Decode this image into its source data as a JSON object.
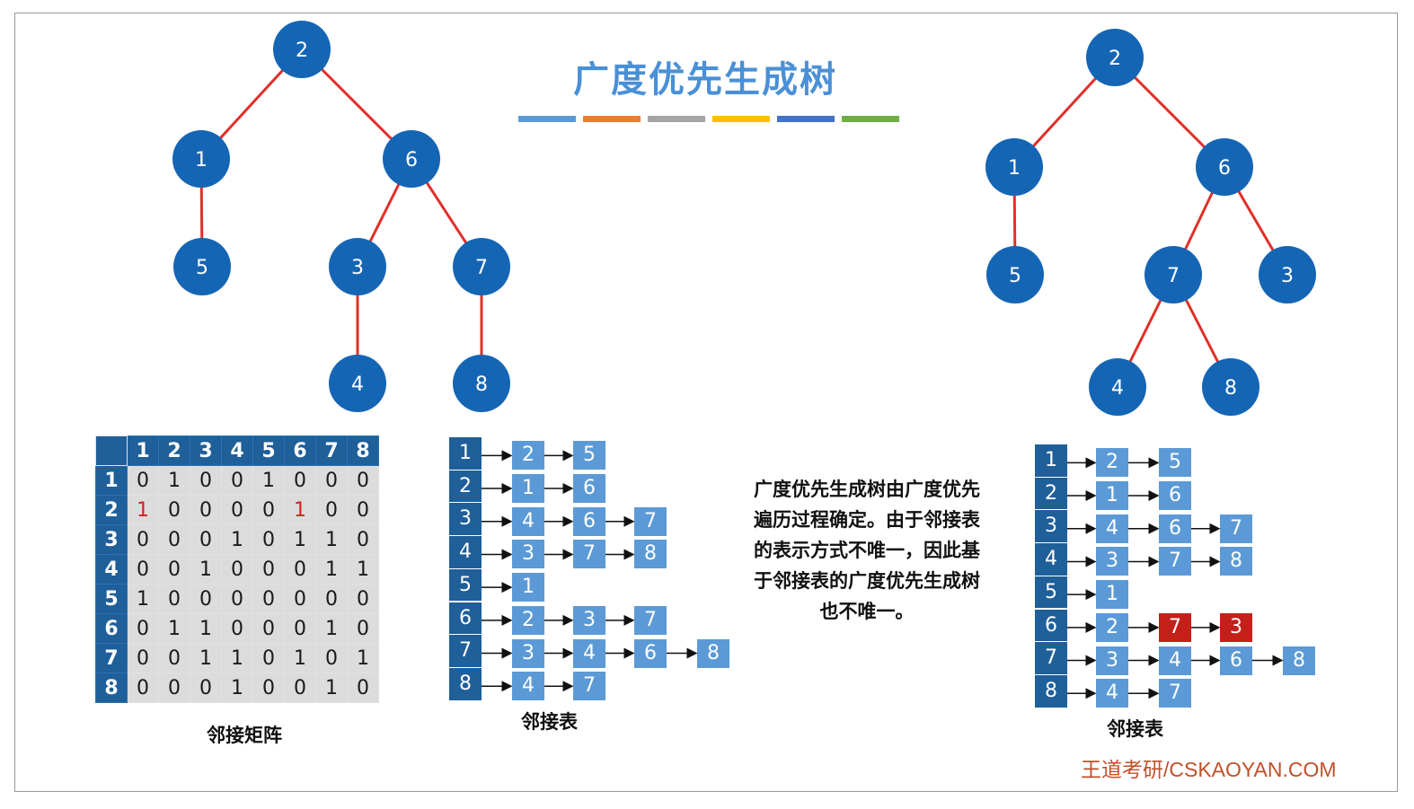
{
  "title": "广度优先生成树",
  "color_bar": [
    "#5b9bd5",
    "#ed7d31",
    "#a5a5a5",
    "#ffc000",
    "#4472c4",
    "#70ad47"
  ],
  "colors": {
    "node": "#1565b5",
    "edge": "#e0302a",
    "header": "#1f5f9a",
    "cell": "#5b9ad6",
    "highlight": "#c3201a"
  },
  "tree_left": {
    "nodes": [
      "2",
      "1",
      "6",
      "5",
      "3",
      "7",
      "4",
      "8"
    ],
    "edges": [
      [
        "2",
        "1"
      ],
      [
        "2",
        "6"
      ],
      [
        "1",
        "5"
      ],
      [
        "6",
        "3"
      ],
      [
        "6",
        "7"
      ],
      [
        "3",
        "4"
      ],
      [
        "7",
        "8"
      ]
    ]
  },
  "tree_right": {
    "nodes": [
      "2",
      "1",
      "6",
      "5",
      "7",
      "3",
      "4",
      "8"
    ],
    "edges": [
      [
        "2",
        "1"
      ],
      [
        "2",
        "6"
      ],
      [
        "1",
        "5"
      ],
      [
        "6",
        "7"
      ],
      [
        "6",
        "3"
      ],
      [
        "7",
        "4"
      ],
      [
        "7",
        "8"
      ]
    ]
  },
  "matrix": {
    "headers": [
      "1",
      "2",
      "3",
      "4",
      "5",
      "6",
      "7",
      "8"
    ],
    "rows": [
      [
        "0",
        "1",
        "0",
        "0",
        "1",
        "0",
        "0",
        "0"
      ],
      [
        "1",
        "0",
        "0",
        "0",
        "0",
        "1",
        "0",
        "0"
      ],
      [
        "0",
        "0",
        "0",
        "1",
        "0",
        "1",
        "1",
        "0"
      ],
      [
        "0",
        "0",
        "1",
        "0",
        "0",
        "0",
        "1",
        "1"
      ],
      [
        "1",
        "0",
        "0",
        "0",
        "0",
        "0",
        "0",
        "0"
      ],
      [
        "0",
        "1",
        "1",
        "0",
        "0",
        "0",
        "1",
        "0"
      ],
      [
        "0",
        "0",
        "1",
        "1",
        "0",
        "1",
        "0",
        "1"
      ],
      [
        "0",
        "0",
        "0",
        "1",
        "0",
        "0",
        "1",
        "0"
      ]
    ],
    "highlighted": [
      [
        1,
        0
      ],
      [
        1,
        5
      ]
    ],
    "caption": "邻接矩阵"
  },
  "adj_list_1": {
    "vertices": [
      "1",
      "2",
      "3",
      "4",
      "5",
      "6",
      "7",
      "8"
    ],
    "lists": [
      [
        "2",
        "5"
      ],
      [
        "1",
        "6"
      ],
      [
        "4",
        "6",
        "7"
      ],
      [
        "3",
        "7",
        "8"
      ],
      [
        "1"
      ],
      [
        "2",
        "3",
        "7"
      ],
      [
        "3",
        "4",
        "6",
        "8"
      ],
      [
        "4",
        "7"
      ]
    ],
    "caption": "邻接表"
  },
  "adj_list_2": {
    "vertices": [
      "1",
      "2",
      "3",
      "4",
      "5",
      "6",
      "7",
      "8"
    ],
    "lists": [
      [
        "2",
        "5"
      ],
      [
        "1",
        "6"
      ],
      [
        "4",
        "6",
        "7"
      ],
      [
        "3",
        "7",
        "8"
      ],
      [
        "1"
      ],
      [
        "2",
        "7",
        "3"
      ],
      [
        "3",
        "4",
        "6",
        "8"
      ],
      [
        "4",
        "7"
      ]
    ],
    "highlighted": [
      [
        5,
        1
      ],
      [
        5,
        2
      ]
    ],
    "caption": "邻接表"
  },
  "description": [
    "广度优先生成树由广度优先",
    "遍历过程确定。由于邻接表",
    "的表示方式不唯一，因此基",
    "于邻接表的广度优先生成树",
    "也不唯一。"
  ],
  "footer": "王道考研/CSKAOYAN.COM"
}
